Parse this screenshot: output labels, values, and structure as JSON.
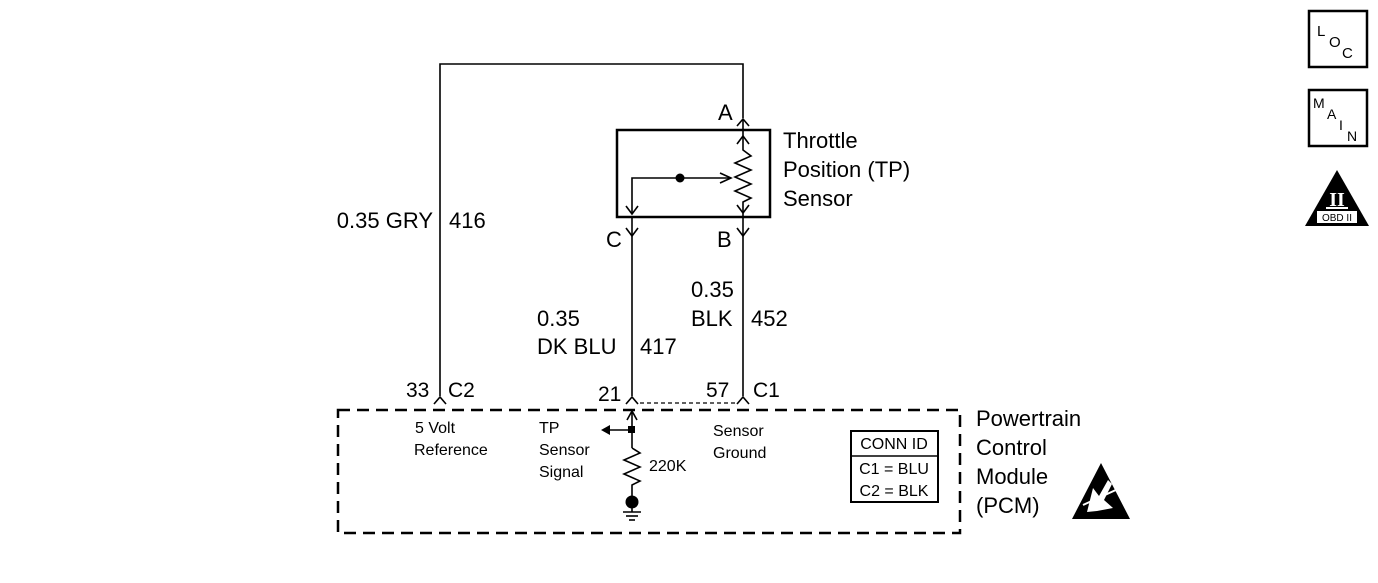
{
  "sensor": {
    "name_lines": [
      "Throttle",
      "Position (TP)",
      "Sensor"
    ],
    "pin_a": "A",
    "pin_b": "B",
    "pin_c": "C"
  },
  "wires": {
    "ref": {
      "gauge": "0.35 GRY",
      "circuit": "416"
    },
    "signal": {
      "gauge": "0.35",
      "color": "DK BLU",
      "circuit": "417"
    },
    "ground": {
      "gauge": "0.35",
      "color": "BLK",
      "circuit": "452"
    }
  },
  "pcm": {
    "name_lines": [
      "Powertrain",
      "Control",
      "Module",
      "(PCM)"
    ],
    "pins": {
      "ref": {
        "number": "33",
        "connector": "C2"
      },
      "signal": {
        "number": "21"
      },
      "ground": {
        "number": "57",
        "connector": "C1"
      }
    },
    "labels": {
      "ref": [
        "5 Volt",
        "Reference"
      ],
      "signal": [
        "TP",
        "Sensor",
        "Signal"
      ],
      "ground": [
        "Sensor",
        "Ground"
      ]
    },
    "resistor": "220K",
    "conn_id": {
      "title": "CONN ID",
      "rows": [
        "C1 = BLU",
        "C2 = BLK"
      ]
    }
  },
  "nav_icons": {
    "loc": {
      "letters": [
        "L",
        "O",
        "C"
      ],
      "icon": "loc-icon"
    },
    "main": {
      "letters": [
        "M",
        "A",
        "I",
        "N"
      ],
      "icon": "main-icon"
    },
    "obd": {
      "numeral": "II",
      "label": "OBD II",
      "icon": "obd-ii-icon"
    }
  },
  "esd_icon": "esd-warning-icon"
}
